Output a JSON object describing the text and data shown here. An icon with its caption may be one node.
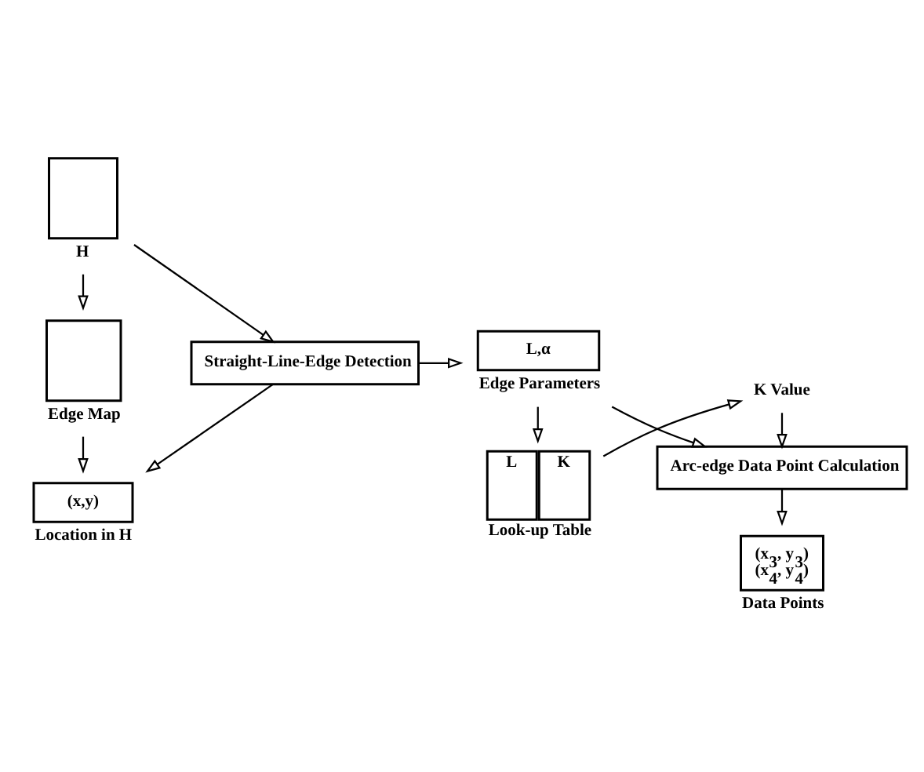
{
  "diagram": {
    "nodes": [
      {
        "text": [
          "H"
        ]
      },
      {
        "text": [
          "Edge Map"
        ]
      },
      {
        "text": [
          "(x,y)",
          "Location in H"
        ]
      },
      {
        "text": [
          "Straight-Line-Edge Detection"
        ]
      },
      {
        "text": [
          "L,α",
          "Edge Parameters"
        ]
      },
      {
        "text": [
          "L",
          "K",
          "Look-up Table"
        ]
      },
      {
        "text": [
          "K Value"
        ]
      },
      {
        "text": [
          "Arc-edge Data Point Calculation"
        ]
      },
      {
        "text": [
          "(x$_{3}$, y$_{3}$)",
          "(x$_{4}$, y$_{4}$)",
          "Data Points"
        ]
      }
    ],
    "edges": [
      {
        "from": 0,
        "to": 1,
        "arrow": "to"
      },
      {
        "from": 0,
        "to": 3,
        "arrow": "to"
      },
      {
        "from": 1,
        "to": 2,
        "arrow": "to"
      },
      {
        "from": 3,
        "to": 2,
        "arrow": "to"
      },
      {
        "from": 3,
        "to": 4,
        "arrow": "to"
      },
      {
        "from": 4,
        "to": 5,
        "arrow": "to"
      },
      {
        "from": 5,
        "to": 6,
        "arrow": "to"
      },
      {
        "from": 6,
        "to": 7,
        "arrow": "to"
      },
      {
        "from": 4,
        "to": 7,
        "arrow": "to"
      },
      {
        "from": 7,
        "to": 8,
        "arrow": "to"
      }
    ]
  }
}
